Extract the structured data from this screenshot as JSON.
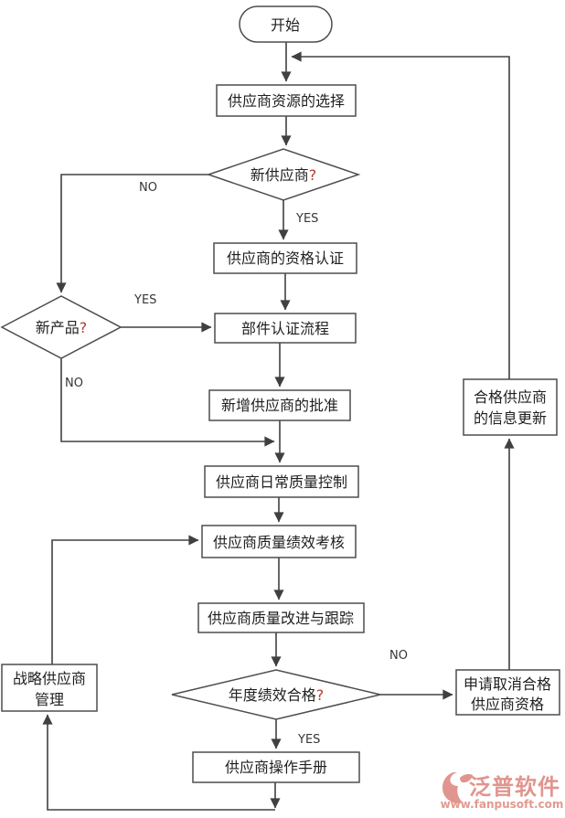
{
  "flowchart": {
    "nodes": {
      "start": {
        "label": "开始"
      },
      "resource_selection": {
        "label": "供应商资源的选择"
      },
      "new_supplier_decision": {
        "text": "新供应商",
        "mark": "?"
      },
      "qualification_cert": {
        "label": "供应商的资格认证"
      },
      "new_product_decision": {
        "text": "新产品",
        "mark": "?"
      },
      "component_cert": {
        "label": "部件认证流程"
      },
      "new_supplier_approval": {
        "label": "新增供应商的批准"
      },
      "daily_quality_control": {
        "label": "供应商日常质量控制"
      },
      "performance_assessment": {
        "label": "供应商质量绩效考核"
      },
      "quality_improvement": {
        "label": "供应商质量改进与跟踪"
      },
      "annual_performance_decision": {
        "text": "年度绩效合格",
        "mark": "?"
      },
      "operation_manual": {
        "label": "供应商操作手册"
      },
      "strategic_supplier_mgmt": {
        "line1": "战略供应商",
        "line2": "管理"
      },
      "cancel_qualification": {
        "line1": "申请取消合格",
        "line2": "供应商资格"
      },
      "qualified_info_update": {
        "line1": "合格供应商",
        "line2": "的信息更新"
      }
    },
    "edge_labels": {
      "new_supplier_yes": "YES",
      "new_supplier_no": "NO",
      "new_product_yes": "YES",
      "new_product_no": "NO",
      "annual_yes": "YES",
      "annual_no": "NO"
    }
  },
  "watermark": {
    "brand": "泛普软件",
    "url": "www.fanpusoft.com"
  },
  "colors": {
    "line": "#404040",
    "question_mark": "#b23c33",
    "watermark": "#e0958e"
  }
}
